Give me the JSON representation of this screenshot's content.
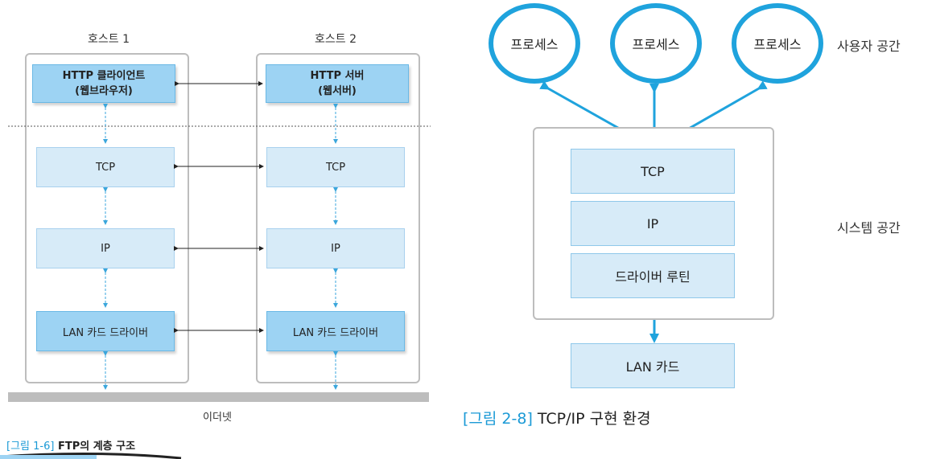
{
  "left_figure": {
    "host1_label": "호스트 1",
    "host2_label": "호스트 2",
    "host1_layers": {
      "app": "HTTP 클라이언트\n(웹브라우저)",
      "tcp": "TCP",
      "ip": "IP",
      "lan": "LAN 카드 드라이버"
    },
    "host2_layers": {
      "app": "HTTP 서버\n(웹서버)",
      "tcp": "TCP",
      "ip": "IP",
      "lan": "LAN 카드 드라이버"
    },
    "ethernet_label": "이더넷",
    "caption_fig": "[그림 1-6]",
    "caption_text": " FTP의 계층 구조"
  },
  "right_figure": {
    "processes": [
      "프로세스",
      "프로세스",
      "프로세스"
    ],
    "user_space_label": "사용자 공간",
    "system_space_label": "시스템 공간",
    "layers": [
      "TCP",
      "IP",
      "드라이버 루틴"
    ],
    "lan_card": "LAN 카드",
    "caption_fig": "[그림 2-8]",
    "caption_text": " TCP/IP 구현 환경"
  },
  "colors": {
    "accent_blue": "#1fa3dd",
    "layer_light": "#d7ebf8",
    "layer_dark": "#9dd3f3",
    "border_gray": "#bdbdbd"
  }
}
